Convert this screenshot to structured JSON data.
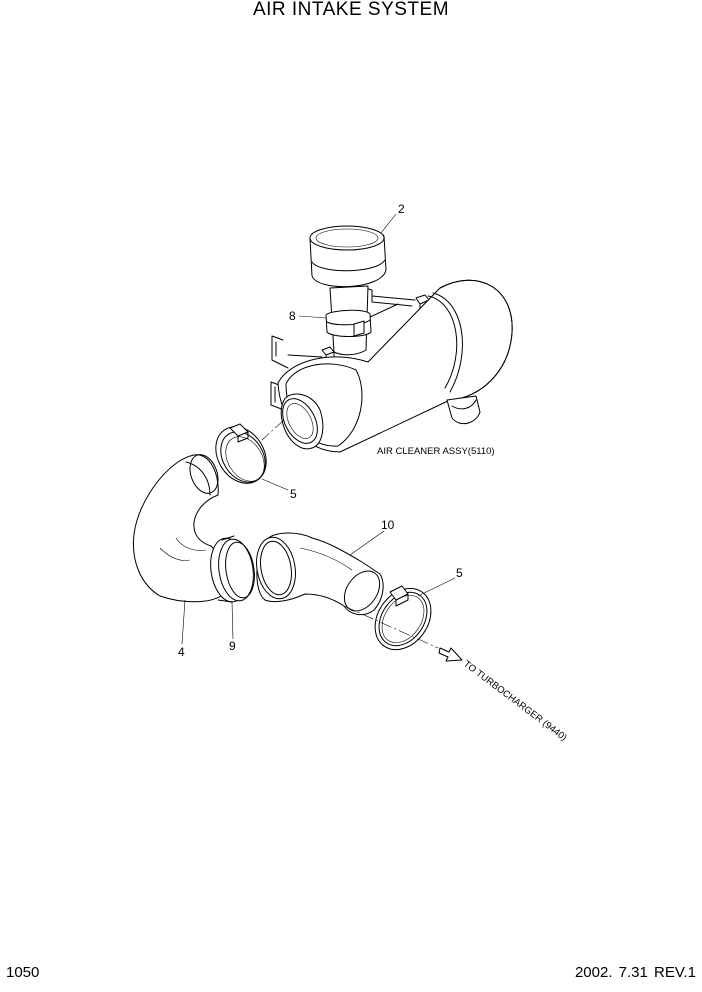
{
  "header": {
    "title": "AIR INTAKE SYSTEM"
  },
  "footer": {
    "page_number": "1050",
    "revision": "2002. 7.31  REV.1"
  },
  "notes": {
    "air_cleaner": "AIR CLEANER ASSY(5110)",
    "to_turbocharger": "TO TURBOCHARGER (9440)"
  },
  "callouts": {
    "cap": "2",
    "inlet_clamp": "8",
    "upper_clamp": "5",
    "hose_elbow": "4",
    "coupler": "9",
    "elbow_pipe": "10",
    "lower_clamp": "5"
  }
}
